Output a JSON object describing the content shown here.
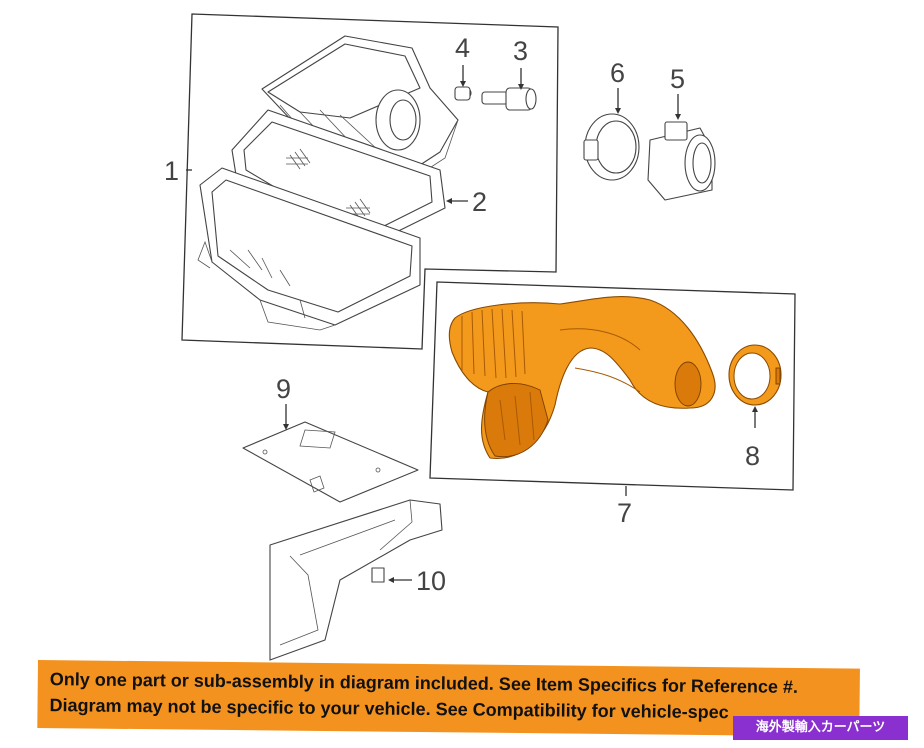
{
  "callouts": {
    "c1": "1",
    "c2": "2",
    "c3": "3",
    "c4": "4",
    "c5": "5",
    "c6": "6",
    "c7": "7",
    "c8": "8",
    "c9": "9",
    "c10": "10"
  },
  "banner": {
    "line1": "Only one part or sub-assembly in diagram included. See Item Specifics for Reference #.",
    "line2": "Diagram may not be specific to your vehicle. See Compatibility for vehicle-spec"
  },
  "tag": "海外製輸入カーパーツ",
  "colors": {
    "highlight": "#f39a1c",
    "banner": "#f3921f",
    "tag": "#8a2fd0"
  }
}
